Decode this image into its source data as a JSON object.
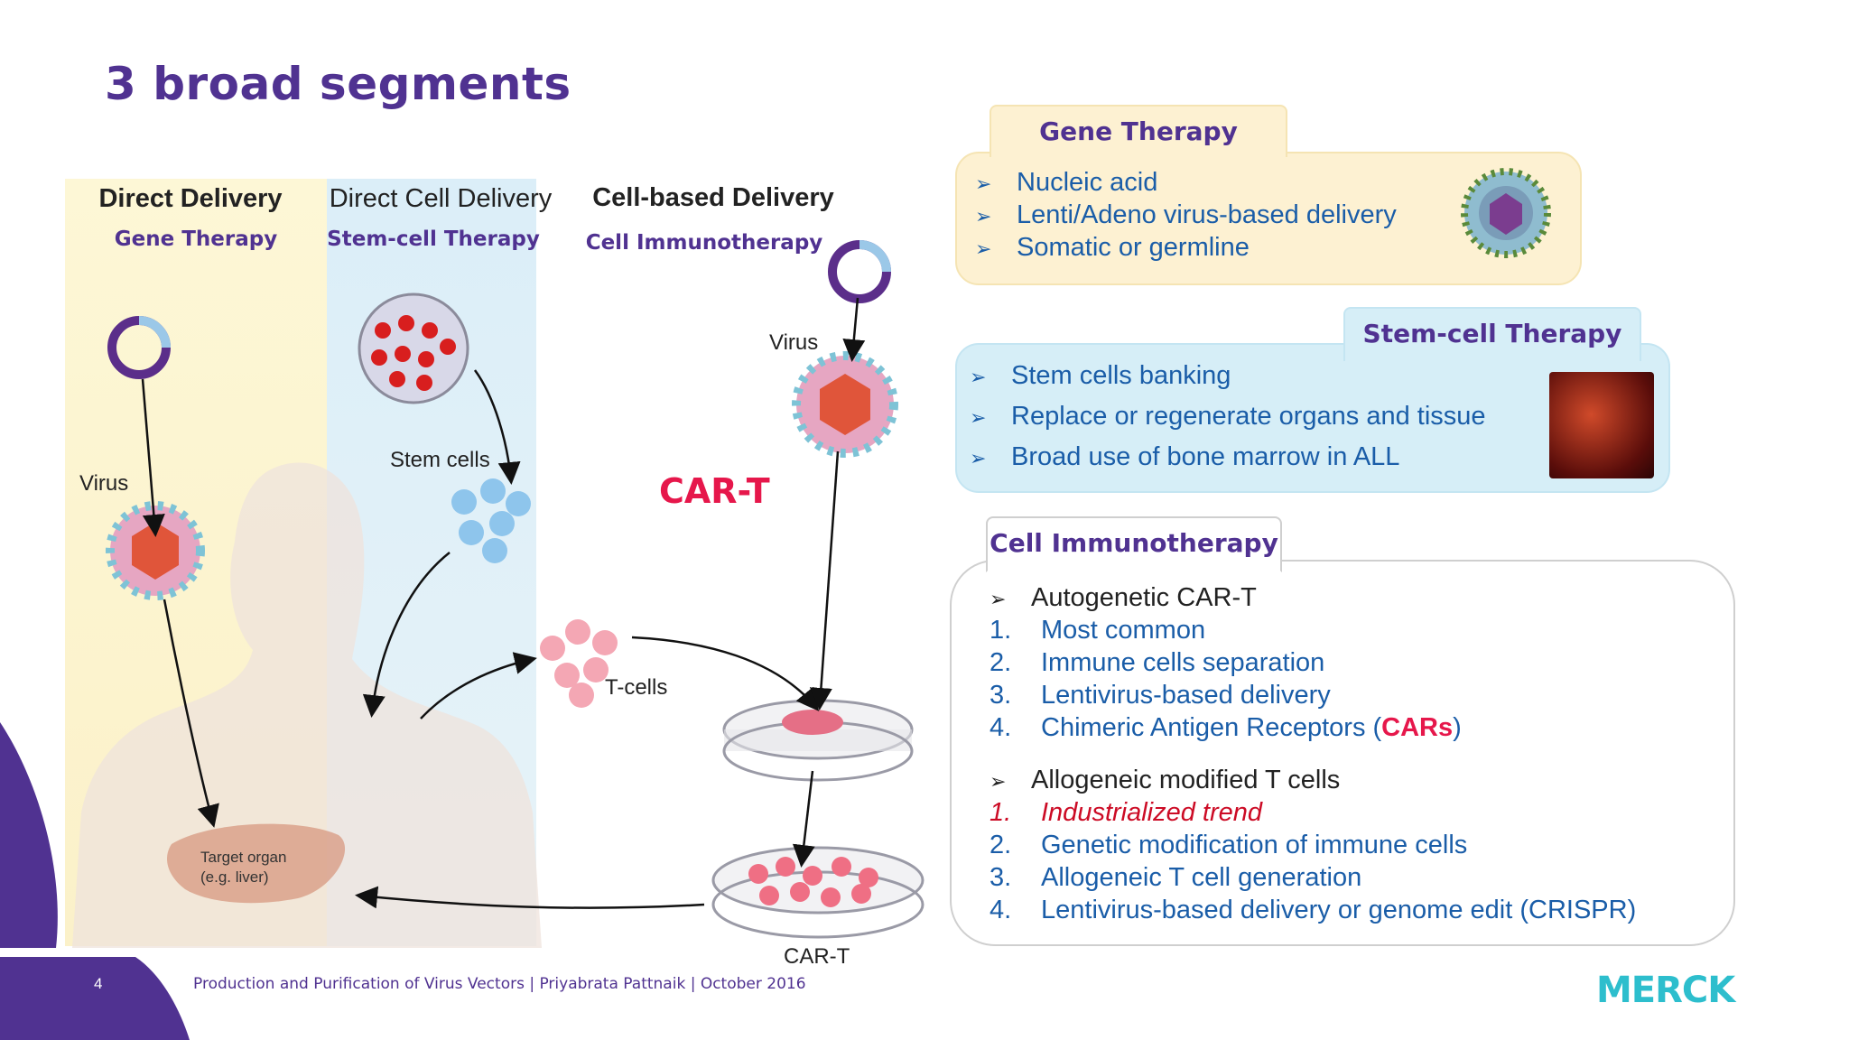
{
  "title": "3 broad segments",
  "columns": [
    {
      "heading": "Direct Delivery",
      "sub": "Gene Therapy"
    },
    {
      "heading": "Direct Cell Delivery",
      "sub": "Stem-cell Therapy"
    },
    {
      "heading": "Cell-based Delivery",
      "sub": "Cell Immunotherapy"
    }
  ],
  "labels": {
    "virus_left": "Virus",
    "virus_right": "Virus",
    "stem_cells": "Stem cells",
    "t_cells": "T-cells",
    "car_t_big": "CAR-T",
    "car_t_bottom": "CAR-T",
    "target_organ_1": "Target organ",
    "target_organ_2": "(e.g. liver)"
  },
  "gene_therapy": {
    "tab": "Gene Therapy",
    "items": [
      "Nucleic acid",
      "Lenti/Adeno virus-based delivery",
      "Somatic or germline"
    ]
  },
  "stem_cell": {
    "tab": "Stem-cell Therapy",
    "items": [
      "Stem cells banking",
      "Replace or regenerate organs and tissue",
      "Broad use of bone marrow in ALL"
    ]
  },
  "cell_immuno": {
    "tab": "Cell Immunotherapy",
    "group1_head": "Autogenetic CAR-T",
    "group1": [
      {
        "n": "1.",
        "text": "Most common"
      },
      {
        "n": "2.",
        "text": "Immune cells separation"
      },
      {
        "n": "3.",
        "text": "Lentivirus-based delivery"
      },
      {
        "n": "4.",
        "text": "Chimeric Antigen Receptors (",
        "highlight": "CARs",
        "tail": ")"
      }
    ],
    "group2_head": "Allogeneic modified T cells",
    "group2": [
      {
        "n": "1.",
        "text": "Industrialized trend"
      },
      {
        "n": "2.",
        "text": "Genetic modification of immune cells"
      },
      {
        "n": "3.",
        "text": "Allogeneic T cell generation"
      },
      {
        "n": "4.",
        "text": "Lentivirus-based delivery or genome edit (CRISPR)"
      }
    ]
  },
  "footer": {
    "page": "4",
    "text": "Production and Purification of Virus Vectors | Priyabrata Pattnaik | October 2016",
    "logo": "MERCK"
  },
  "colors": {
    "purple": "#503291",
    "blue_text": "#1a5da8",
    "red": "#e6174b",
    "teal": "#2dbecd"
  }
}
